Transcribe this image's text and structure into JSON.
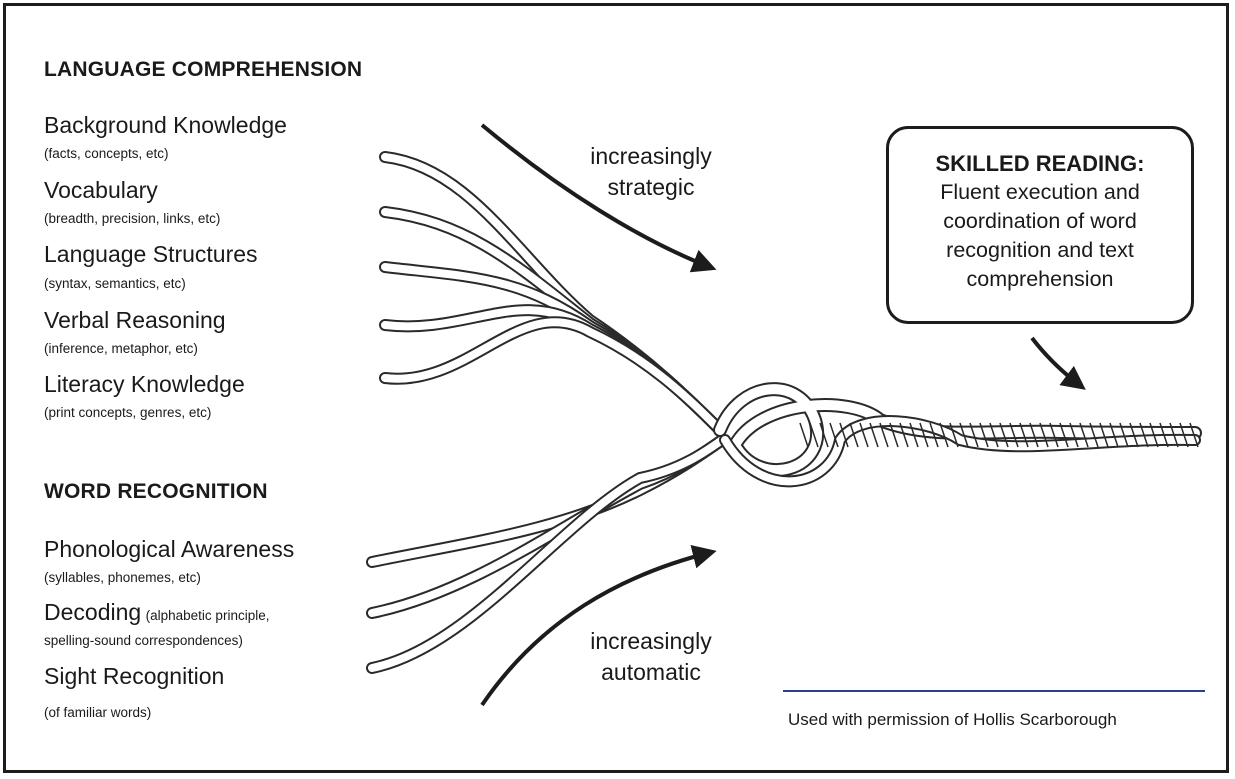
{
  "language_comprehension": {
    "title": "LANGUAGE COMPREHENSION",
    "items": [
      {
        "name": "Background Knowledge",
        "detail": "(facts, concepts, etc)"
      },
      {
        "name": "Vocabulary",
        "detail": "(breadth, precision, links, etc)"
      },
      {
        "name": "Language Structures",
        "detail": "(syntax, semantics, etc)"
      },
      {
        "name": "Verbal Reasoning",
        "detail": "(inference, metaphor, etc)"
      },
      {
        "name": "Literacy Knowledge",
        "detail": "(print concepts, genres, etc)"
      }
    ]
  },
  "word_recognition": {
    "title": "WORD RECOGNITION",
    "items": [
      {
        "name": "Phonological Awareness",
        "detail": "(syllables, phonemes, etc)"
      },
      {
        "name": "Decoding",
        "inline_detail": "(alphabetic principle,",
        "detail": "spelling-sound correspondences)"
      },
      {
        "name": "Sight Recognition",
        "detail": "(of familiar words)"
      }
    ]
  },
  "arrows": {
    "top_line1": "increasingly",
    "top_line2": "strategic",
    "bottom_line1": "increasingly",
    "bottom_line2": "automatic"
  },
  "skilled_reading": {
    "heading": "SKILLED READING:",
    "line1": "Fluent execution and",
    "line2": "coordination of word",
    "line3": "recognition and text",
    "line4": "comprehension"
  },
  "credit": "Used with permission of Hollis Scarborough",
  "colors": {
    "ink": "#1c1c1c",
    "rule": "#2c3e8c"
  }
}
